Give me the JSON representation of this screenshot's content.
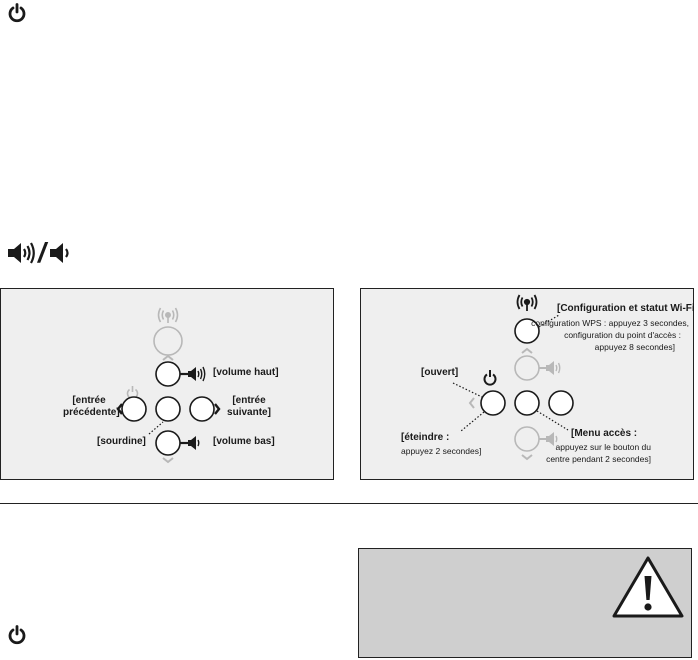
{
  "icons": {
    "power": "power-icon",
    "wifi": "wifi-icon",
    "speaker_loud": "speaker-loud-icon",
    "speaker_soft": "speaker-soft-icon",
    "chevron_left": "chevron-left-icon",
    "chevron_right": "chevron-right-icon",
    "chevron_up": "chevron-up-icon",
    "chevron_down": "chevron-down-icon",
    "warning": "warning-icon"
  },
  "volume_heading": {
    "separator": "/"
  },
  "left_panel": {
    "volume_up": "[volume haut]",
    "volume_down": "[volume bas]",
    "previous_input_1": "[entrée",
    "previous_input_2": "précédente]",
    "next_input_1": "[entrée",
    "next_input_2": "suivante]",
    "mute": "[sourdine]"
  },
  "right_panel": {
    "wifi_title": "[Configuration et statut Wi-Fi :",
    "wifi_line1": "configuration WPS : appuyez 3 secondes,",
    "wifi_line2": "configuration du point d'accès :",
    "wifi_line3": "appuyez 8 secondes]",
    "open": "[ouvert]",
    "off_title": "[éteindre :",
    "off_line": "appuyez 2 secondes]",
    "menu_title": "[Menu accès :",
    "menu_line1": "appuyez sur le bouton du",
    "menu_line2": "centre pendant 2 secondes]"
  },
  "colors": {
    "panel_bg": "#efefef",
    "warning_bg": "#cfcfcf",
    "ink": "#1a1a1a",
    "faded": "#b8b8b8"
  }
}
